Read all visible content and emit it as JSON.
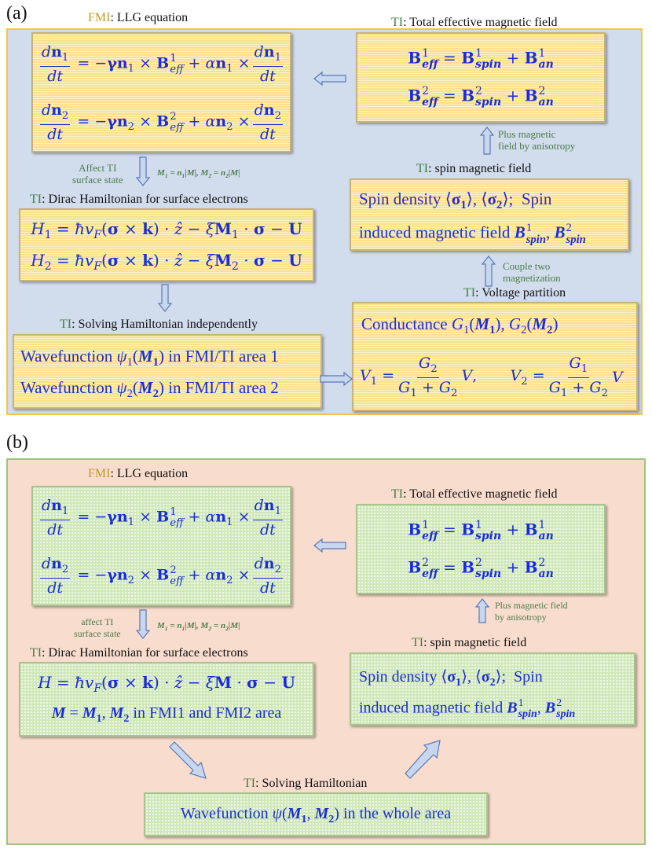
{
  "panel_a": {
    "label": "(a)",
    "llg_header": {
      "prefix": "FMI",
      "rest": ": LLG equation"
    },
    "total_field_header": {
      "prefix": "TI",
      "rest": ": Total effective magnetic field"
    },
    "spin_field_header": {
      "prefix": "TI",
      "rest": ": spin magnetic field"
    },
    "dirac_header": {
      "prefix": "TI",
      "rest": ": Dirac Hamiltonian for surface electrons"
    },
    "voltage_header": {
      "prefix": "TI",
      "rest": ": Voltage partition"
    },
    "solving_header": {
      "prefix": "TI",
      "rest": ": Solving Hamiltonian independently"
    },
    "note_affect": [
      "Affect TI",
      "surface state"
    ],
    "note_anisotropy": [
      "Plus magnetic",
      "field by anisotropy"
    ],
    "note_couple": [
      "Couple two",
      "magnetization"
    ],
    "spin_text": [
      "Spin density",
      "Spin",
      "induced magnetic field"
    ],
    "conductance_text": "Conductance",
    "wavefunction_lines": [
      {
        "pre": "Wavefunction",
        "post": "in FMI/TI area 1"
      },
      {
        "pre": "Wavefunction",
        "post": "in FMI/TI area 2"
      }
    ]
  },
  "panel_b": {
    "label": "(b)",
    "llg_header": {
      "prefix": "FMI",
      "rest": ": LLG equation"
    },
    "total_field_header": {
      "prefix": "TI",
      "rest": ": Total effective magnetic field"
    },
    "spin_field_header": {
      "prefix": "TI",
      "rest": ": spin magnetic field"
    },
    "dirac_header": {
      "prefix": "TI",
      "rest": ": Dirac Hamiltonian for surface electrons"
    },
    "solving_header": {
      "prefix": "TI",
      "rest": ": Solving Hamiltonian"
    },
    "note_affect": [
      "affect TI",
      "surface state"
    ],
    "note_anisotropy": [
      "Plus magnetic field",
      "by anisotropy"
    ],
    "spin_text": [
      "Spin density",
      "Spin",
      "induced magnetic field"
    ],
    "m_line_post": "in FMI1 and FMI2 area",
    "wavefunction": {
      "pre": "Wavefunction",
      "post": "in the whole area"
    }
  },
  "colors": {
    "equation_blue": "#1a2dd6",
    "fmi_gold": "#c49a2a",
    "ti_green": "#3f7f3f",
    "panel_a_bg": "#d1dcec",
    "panel_a_border": "#f4c646",
    "panel_b_bg": "#f8dccd",
    "panel_b_border": "#9cc47c",
    "yellow_box": "#fbe18a",
    "green_box": "#cfe8b9",
    "arrow_fill": "#c8d6ee",
    "arrow_stroke": "#5a7ab8"
  }
}
